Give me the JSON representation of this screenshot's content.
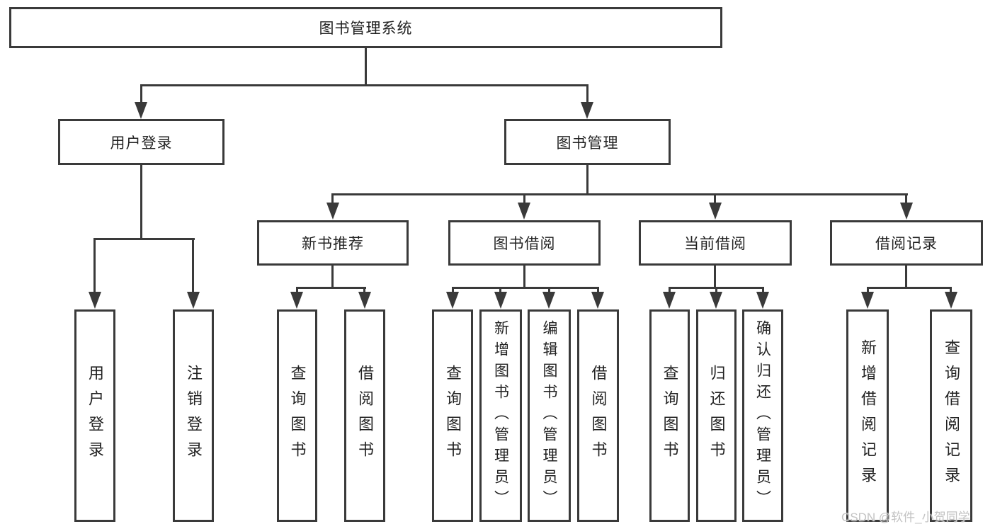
{
  "tree": {
    "root": {
      "label": "图书管理系统"
    },
    "user_login": {
      "label": "用户登录",
      "children": [
        {
          "label": "用户登录"
        },
        {
          "label": "注销登录"
        }
      ]
    },
    "book_mgmt": {
      "label": "图书管理",
      "sections": [
        {
          "label": "新书推荐",
          "children": [
            {
              "label": "查询图书"
            },
            {
              "label": "借阅图书"
            }
          ]
        },
        {
          "label": "图书借阅",
          "children": [
            {
              "label": "查询图书"
            },
            {
              "label": "新增图书（管理员）"
            },
            {
              "label": "编辑图书（管理员）"
            },
            {
              "label": "借阅图书"
            }
          ]
        },
        {
          "label": "当前借阅",
          "children": [
            {
              "label": "查询图书"
            },
            {
              "label": "归还图书"
            },
            {
              "label": "确认归还（管理员）"
            }
          ]
        },
        {
          "label": "借阅记录",
          "children": [
            {
              "label": "新增借阅记录"
            },
            {
              "label": "查询借阅记录"
            }
          ]
        }
      ]
    }
  },
  "watermark": "CSDN @软件_小贺同学",
  "colors": {
    "line": "#3a3a3a",
    "text": "#222222",
    "watermark": "#c3c3c3",
    "background": "#ffffff"
  }
}
